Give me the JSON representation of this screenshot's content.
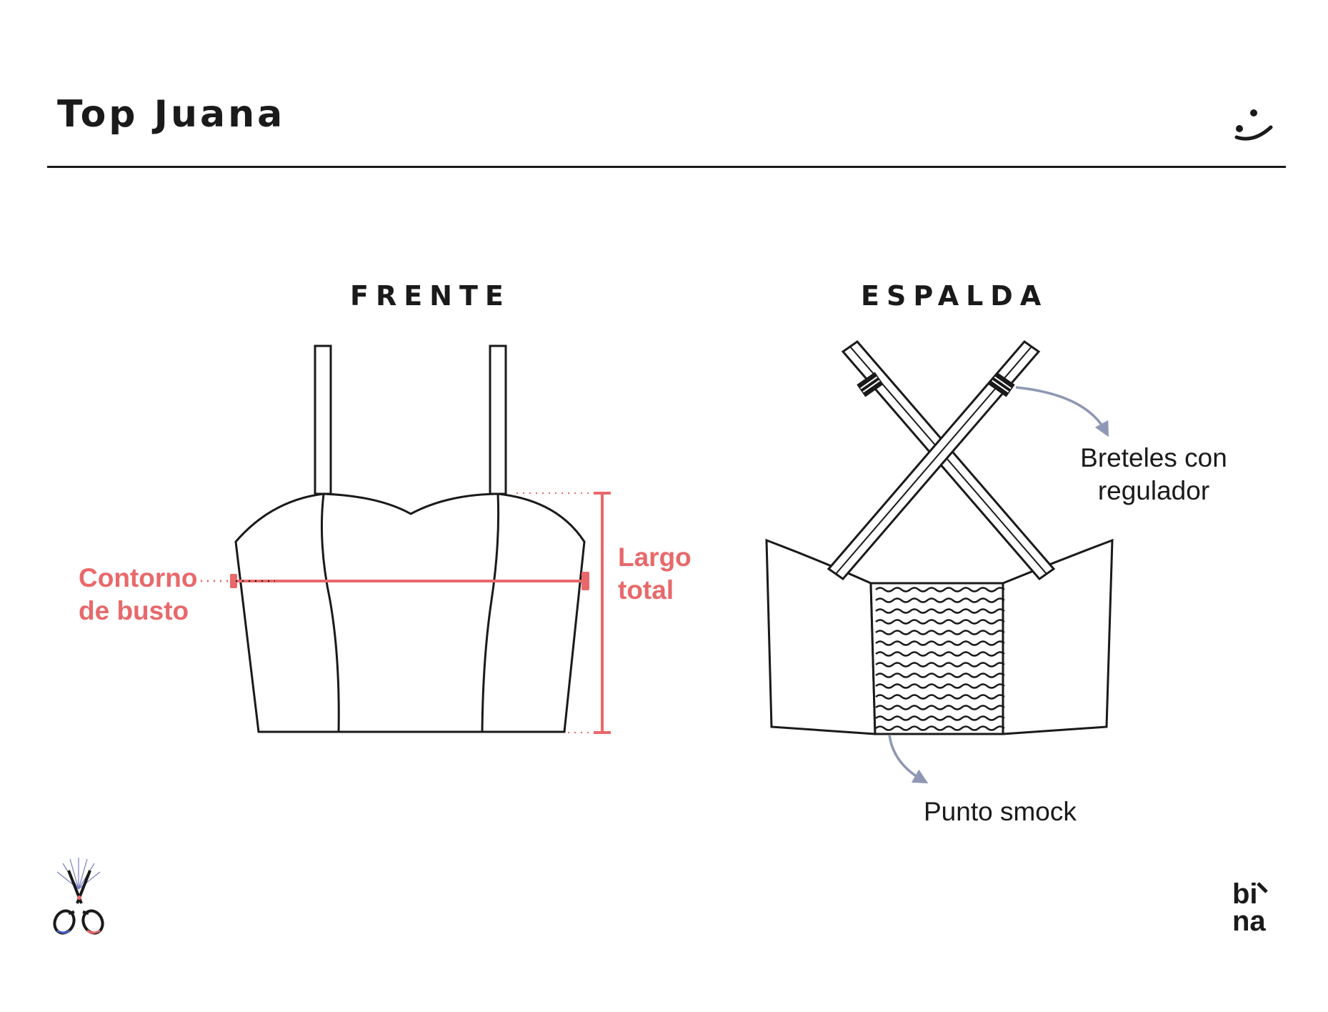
{
  "header": {
    "title": "Top Juana",
    "logo_icon": "smiley-icon"
  },
  "views": {
    "front_label": "FRENTE",
    "back_label": "ESPALDA"
  },
  "measurements": {
    "bust_line1": "Contorno",
    "bust_line2": "de busto",
    "length_line1": "Largo",
    "length_line2": "total"
  },
  "callouts": {
    "straps_line1": "Breteles con",
    "straps_line2": "regulador",
    "smock": "Punto smock"
  },
  "footer": {
    "left_icon": "scissors-icon",
    "right_icon": "brand-logo-icon",
    "right_logo_text_top": "bi",
    "right_logo_text_bottom": "na"
  },
  "colors": {
    "measure": "#e8696b",
    "callout_arrow": "#8e97b3",
    "ink": "#1a1a1a"
  }
}
